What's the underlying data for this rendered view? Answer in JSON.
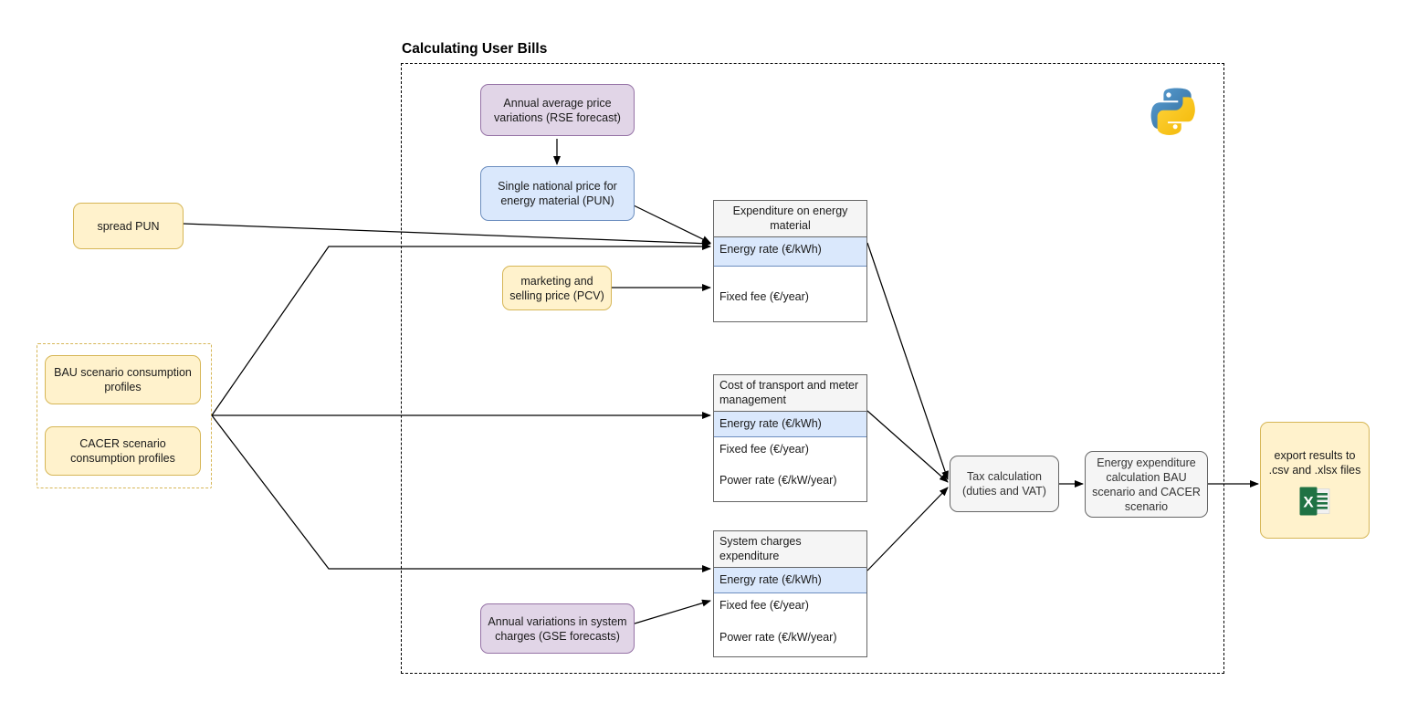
{
  "diagram": {
    "group_title": "Calculating User Bills",
    "accent_colors": {
      "yellow_fill": "#fff2cc",
      "yellow_stroke": "#d6b656",
      "purple_fill": "#e1d5e7",
      "purple_stroke": "#9673a6",
      "blue_fill": "#dae8fc",
      "blue_stroke": "#6c8ebf",
      "grey_fill": "#f5f5f5",
      "grey_stroke": "#666666",
      "excel_green": "#1f7244",
      "python_blue": "#3c78a9",
      "python_yellow": "#ffd040"
    },
    "inputs": {
      "spread_pun": "spread PUN",
      "bau_profiles": "BAU scenario consumption profiles",
      "cacer_profiles": "CACER scenario consumption profiles"
    },
    "forecasts": {
      "rse": "Annual average price variations (RSE forecast)",
      "pun": "Single national price for energy material (PUN)",
      "pcv": "marketing and selling price (PCV)",
      "gse": "Annual variations in system charges (GSE forecasts)"
    },
    "tables": [
      {
        "header": "Expenditure on energy material",
        "header_align": "center",
        "rows": [
          {
            "label": "Energy rate (€/kWh)",
            "highlighted": true
          },
          {
            "label": "Fixed fee (€/year)",
            "highlighted": false
          }
        ]
      },
      {
        "header": "Cost of transport and meter management",
        "header_align": "left",
        "rows": [
          {
            "label": "Energy rate (€/kWh)",
            "highlighted": true
          },
          {
            "label": "Fixed fee (€/year)",
            "highlighted": false
          },
          {
            "label": "Power rate (€/kW/year)",
            "highlighted": false
          }
        ]
      },
      {
        "header": "System charges expenditure",
        "header_align": "left",
        "rows": [
          {
            "label": "Energy rate (€/kWh)",
            "highlighted": true
          },
          {
            "label": "Fixed fee (€/year)",
            "highlighted": false
          },
          {
            "label": "Power rate (€/kW/year)",
            "highlighted": false
          }
        ]
      }
    ],
    "processes": {
      "tax": "Tax calculation (duties and VAT)",
      "energy_expenditure": "Energy expenditure calculation BAU scenario and CACER scenario"
    },
    "output": {
      "export": "export results to .csv and .xlsx files"
    },
    "icons": {
      "python": "python-logo",
      "excel": "excel-file-icon"
    }
  }
}
